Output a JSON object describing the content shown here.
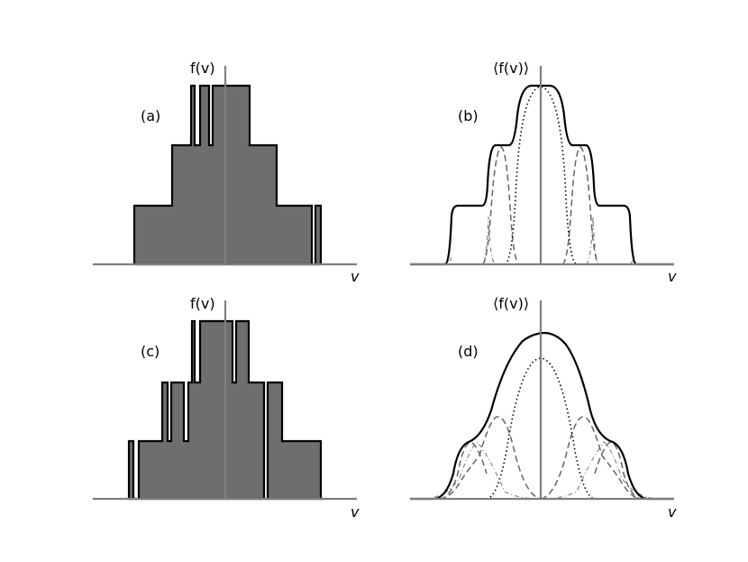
{
  "panels": [
    {
      "id": "a",
      "letter": "(a)",
      "ylabel": "f(v)",
      "xlabel": "v"
    },
    {
      "id": "b",
      "letter": "(b)",
      "ylabel": "⟨f(v)⟩",
      "xlabel": "v"
    },
    {
      "id": "c",
      "letter": "(c)",
      "ylabel": "f(v)",
      "xlabel": "v"
    },
    {
      "id": "d",
      "letter": "(d)",
      "ylabel": "⟨f(v)⟩",
      "xlabel": "v"
    }
  ]
}
